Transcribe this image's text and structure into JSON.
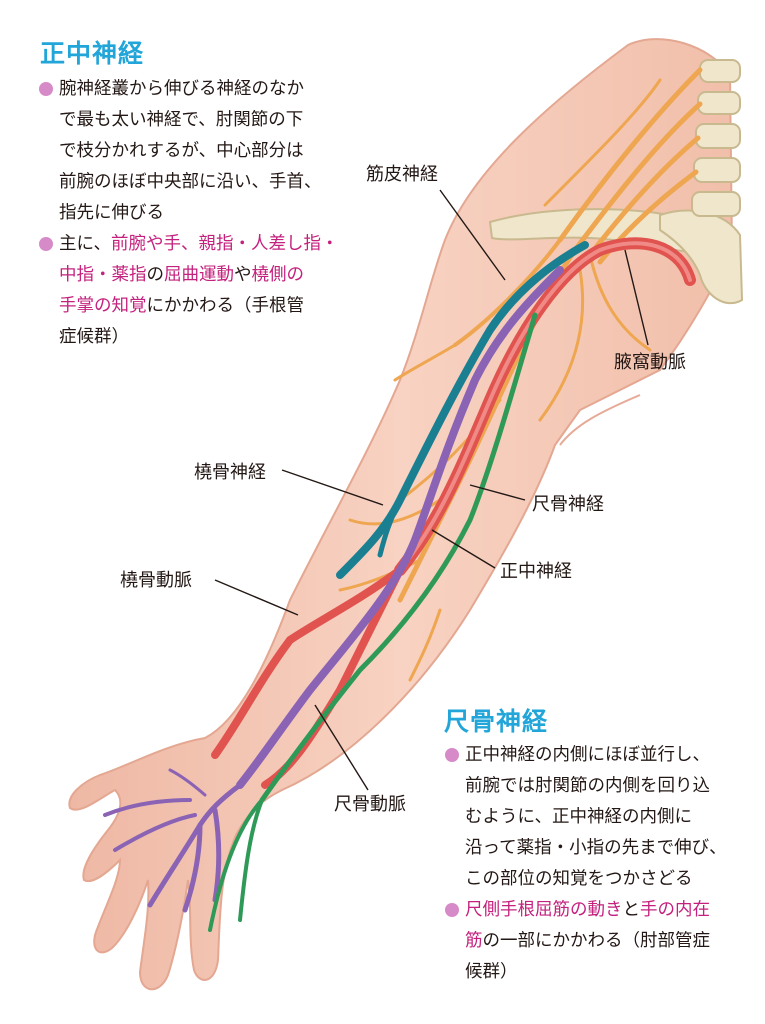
{
  "colors": {
    "heading": "#22a5d8",
    "highlight": "#c4217e",
    "bullet": "#d68ac8",
    "skin": "#f6c8b6",
    "median_nerve": "#8a63b5",
    "ulnar_nerve": "#2f9a58",
    "radial_nerve": "#1b7f92",
    "artery": "#e0534f",
    "brachial_plexus": "#efa650",
    "bone": "#f0e6cc"
  },
  "median": {
    "title": "正中神経",
    "bullet1": {
      "l1": "腕神経叢から伸びる神経のなか",
      "l2": "で最も太い神経で、肘関節の下",
      "l3": "で枝分かれするが、中心部分は",
      "l4": "前腕のほぼ中央部に沿い、手首、",
      "l5": "指先に伸びる"
    },
    "bullet2": {
      "a": "主に、",
      "b": "前腕や手、親指・人差し指・",
      "c": "中指・薬指",
      "d": "の",
      "e": "屈曲運動",
      "f": "や",
      "g": "橈側の",
      "h": "手掌の知覚",
      "i": "にかかわる（手根管",
      "j": "症候群）"
    }
  },
  "ulnar": {
    "title": "尺骨神経",
    "bullet1": {
      "l1": "正中神経の内側にほぼ並行し、",
      "l2": "前腕では肘関節の内側を回り込",
      "l3": "むように、正中神経の内側に",
      "l4": "沿って薬指・小指の先まで伸び、",
      "l5": "この部位の知覚をつかさどる"
    },
    "bullet2": {
      "a": "尺側手根屈筋の動き",
      "b": "と",
      "c": "手の内在",
      "d": "筋",
      "e": "の一部にかかわる（肘部管症",
      "f": "候群）"
    }
  },
  "labels": {
    "musculocutaneous": "筋皮神経",
    "axillary_artery": "腋窩動脈",
    "radial_nerve": "橈骨神経",
    "ulnar_nerve": "尺骨神経",
    "median_nerve": "正中神経",
    "radial_artery": "橈骨動脈",
    "ulnar_artery": "尺骨動脈"
  }
}
